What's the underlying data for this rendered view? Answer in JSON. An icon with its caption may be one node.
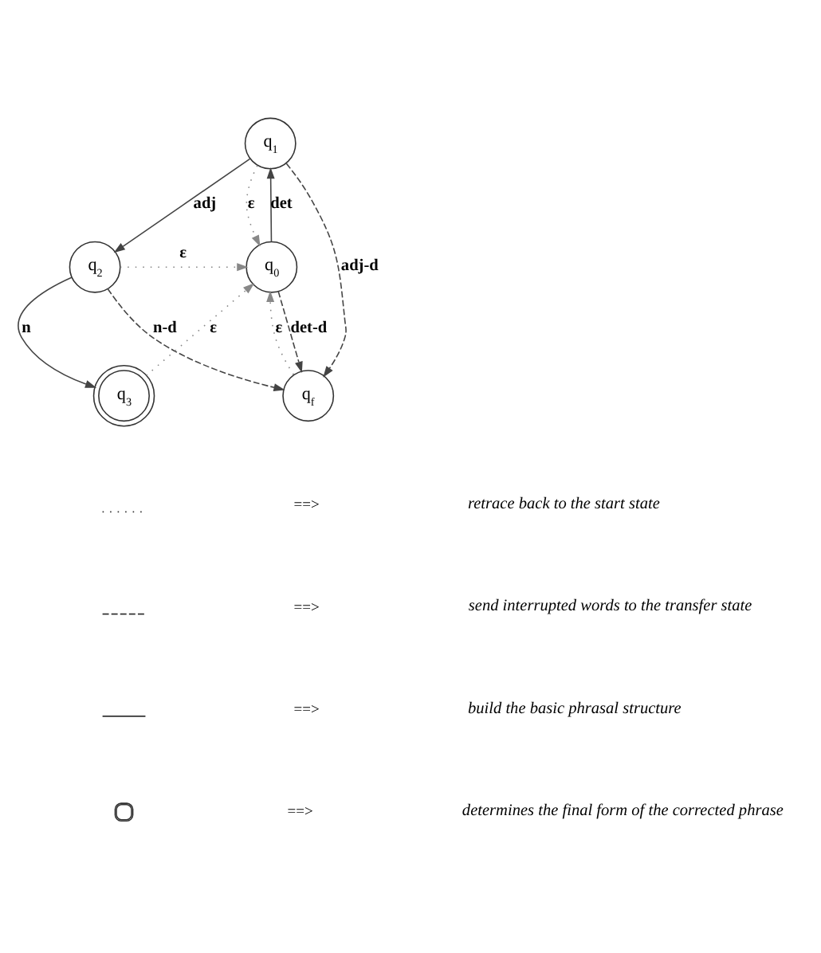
{
  "diagram": {
    "nodes": [
      {
        "text": [
          "q$_{1}$"
        ]
      },
      {
        "text": [
          "q$_{2}$"
        ]
      },
      {
        "text": [
          "q$_{0}$"
        ]
      },
      {
        "text": [
          "q$_{3}$"
        ]
      },
      {
        "text": [
          "q$_{f}$"
        ]
      }
    ],
    "edges": [
      {
        "from": 2,
        "to": 0,
        "arrow": "to",
        "label": "det"
      },
      {
        "from": 0,
        "to": 1,
        "arrow": "to",
        "label": "adj"
      },
      {
        "from": 1,
        "to": 3,
        "arrow": "to",
        "label": "n"
      },
      {
        "from": 0,
        "to": 4,
        "arrow": "to",
        "label": "adj-d",
        "style": "dashed"
      },
      {
        "from": 1,
        "to": 4,
        "arrow": "to",
        "label": "n-d",
        "style": "dashed"
      },
      {
        "from": 2,
        "to": 4,
        "arrow": "to",
        "label": "det-d",
        "style": "dashed"
      },
      {
        "from": 0,
        "to": 2,
        "arrow": "to",
        "label": "ε",
        "style": "dashed",
        "color": "#888888"
      },
      {
        "from": 1,
        "to": 2,
        "arrow": "to",
        "label": "ε",
        "style": "dashed",
        "color": "#888888"
      },
      {
        "from": 4,
        "to": 2,
        "arrow": "to",
        "label": "ε",
        "style": "dashed",
        "color": "#888888"
      },
      {
        "from": 3,
        "to": 2,
        "arrow": "to",
        "label": "ε",
        "style": "dashed",
        "color": "#888888"
      }
    ],
    "labels": [
      "==>",
      "==>",
      "==>",
      "==>"
    ],
    "legend": [
      {
        "text": "retrace back to the start state"
      },
      {
        "text": "send interrupted words to the transfer state"
      },
      {
        "text": "build the basic phrasal structure"
      },
      {
        "text": "determines the final form of the corrected phrase"
      }
    ]
  }
}
